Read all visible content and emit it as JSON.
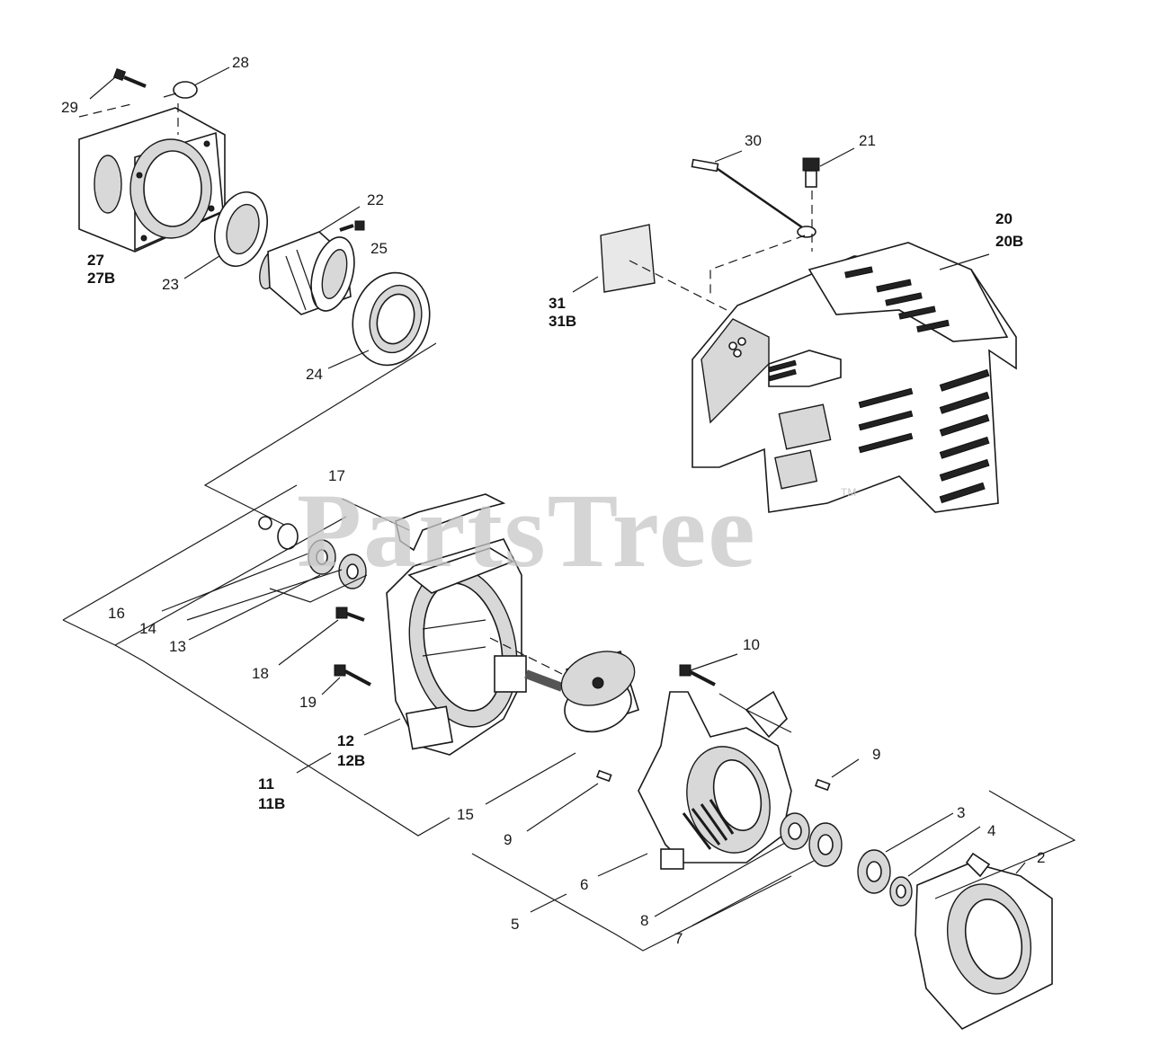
{
  "diagram": {
    "watermark": "PartsTree",
    "trademark": "TM",
    "callouts": {
      "c2": "2",
      "c3": "3",
      "c4": "4",
      "c5": "5",
      "c6": "6",
      "c7": "7",
      "c8": "8",
      "c9a": "9",
      "c9b": "9",
      "c10": "10",
      "c11": "11",
      "c11b": "11B",
      "c12": "12",
      "c12b": "12B",
      "c13": "13",
      "c14": "14",
      "c15": "15",
      "c16": "16",
      "c17": "17",
      "c18": "18",
      "c19": "19",
      "c20": "20",
      "c20b": "20B",
      "c21": "21",
      "c22": "22",
      "c23": "23",
      "c24": "24",
      "c25": "25",
      "c27": "27",
      "c27b": "27B",
      "c28": "28",
      "c29": "29",
      "c30": "30",
      "c31": "31",
      "c31b": "31B"
    }
  }
}
